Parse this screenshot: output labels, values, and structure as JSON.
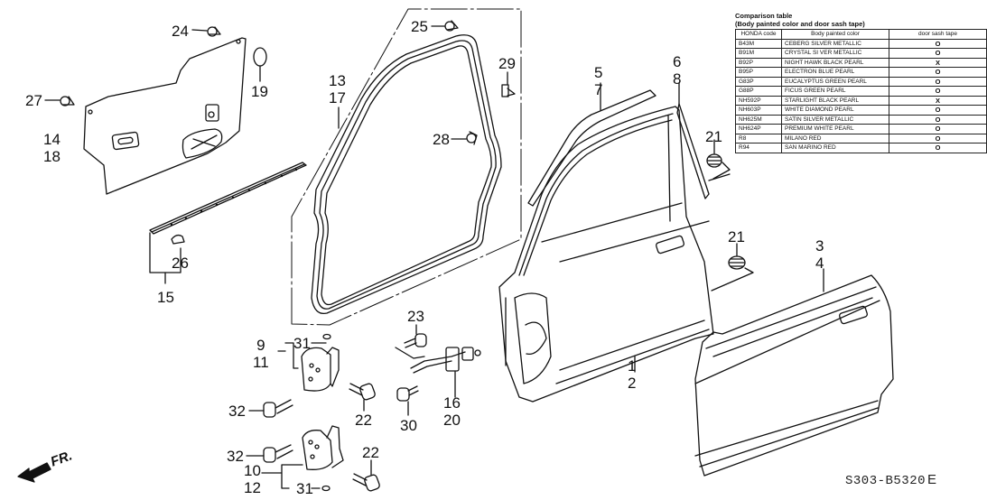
{
  "diagram": {
    "title": "Honda door parts exploded diagram",
    "drawing_code": "S303-B5320",
    "revision": "E",
    "direction_indicator": "FR.",
    "callouts": {
      "c1_2": [
        "1",
        "2"
      ],
      "c3_4": [
        "3",
        "4"
      ],
      "c5_7": [
        "5",
        "7"
      ],
      "c6_8": [
        "6",
        "8"
      ],
      "c9_11": [
        "9",
        "11"
      ],
      "c10_12": [
        "10",
        "12"
      ],
      "c13_17": [
        "13",
        "17"
      ],
      "c14_18": [
        "14",
        "18"
      ],
      "c15": "15",
      "c16_20": [
        "16",
        "20"
      ],
      "c19": "19",
      "c21a": "21",
      "c21b": "21",
      "c22a": "22",
      "c22b": "22",
      "c23": "23",
      "c24": "24",
      "c25": "25",
      "c26": "26",
      "c27": "27",
      "c28": "28",
      "c29": "29",
      "c30": "30",
      "c31a": "31",
      "c31b": "31",
      "c32a": "32",
      "c32b": "32"
    }
  },
  "comparison_table": {
    "title": "Comparison table",
    "subtitle": "(Body painted color and door sash tape)",
    "headers": [
      "HONDA code",
      "Body painted color",
      "door sash tape"
    ],
    "rows": [
      {
        "code": "B43M",
        "color": "CEBERG SILVER METALLIC",
        "tape": "O"
      },
      {
        "code": "B91M",
        "color": "CRYSTAL SI VER METALLIC",
        "tape": "O"
      },
      {
        "code": "B92P",
        "color": "NIGHT HAWK BLACK PEARL",
        "tape": "X"
      },
      {
        "code": "B95P",
        "color": "ELECTRON BLUE PEARL",
        "tape": "O"
      },
      {
        "code": "G83P",
        "color": "EUCALYPTUS GREEN PEARL",
        "tape": "O"
      },
      {
        "code": "G88P",
        "color": "FICUS GREEN PEARL",
        "tape": "O"
      },
      {
        "code": "NH592P",
        "color": "STARLIGHT BLACK PEARL",
        "tape": "X"
      },
      {
        "code": "NH603P",
        "color": "WHITE DIAMOND PEARL",
        "tape": "O"
      },
      {
        "code": "NH625M",
        "color": "SATIN SILVER METALLIC",
        "tape": "O"
      },
      {
        "code": "NH624P",
        "color": "PREMIUM WHITE PEARL",
        "tape": "O"
      },
      {
        "code": "R8",
        "color": "MILANO RED",
        "tape": "O"
      },
      {
        "code": "R94",
        "color": "SAN MARINO RED",
        "tape": "O"
      }
    ]
  }
}
